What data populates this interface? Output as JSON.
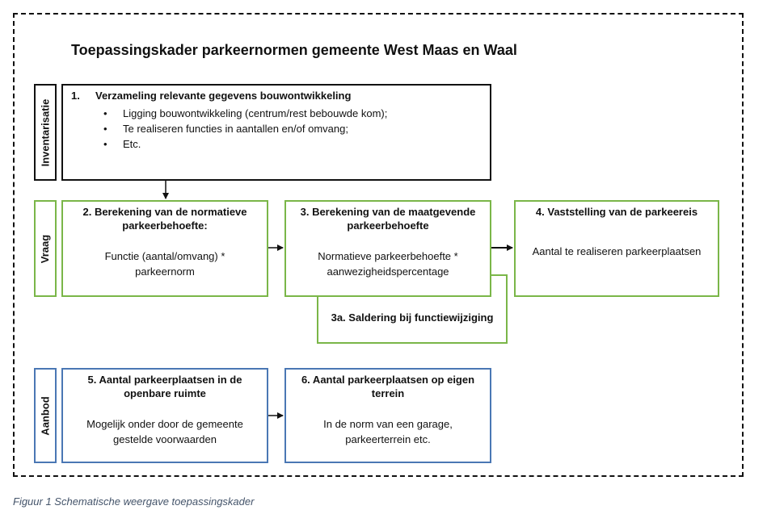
{
  "title": "Toepassingskader parkeernormen gemeente West Maas en Waal",
  "rows": {
    "inventarisatie": "Inventarisatie",
    "vraag": "Vraag",
    "aanbod": "Aanbod"
  },
  "box1": {
    "number": "1.",
    "heading": "Verzameling relevante gegevens bouwontwikkeling",
    "items": [
      "Ligging bouwontwikkeling (centrum/rest bebouwde kom);",
      "Te realiseren functies in aantallen en/of omvang;",
      "Etc."
    ]
  },
  "box2": {
    "heading_line1": "2. Berekening van de normatieve",
    "heading_line2": "parkeerbehoefte:",
    "body_line1": "Functie (aantal/omvang) *",
    "body_line2": "parkeernorm"
  },
  "box3": {
    "heading_line1": "3. Berekening van de maatgevende",
    "heading_line2": "parkeerbehoefte",
    "body_line1": "Normatieve parkeerbehoefte  *",
    "body_line2": "aanwezigheidspercentage"
  },
  "box3a": {
    "heading": "3a. Saldering bij functiewijziging"
  },
  "box4": {
    "heading": "4. Vaststelling van de parkeereis",
    "body": "Aantal te realiseren parkeerplaatsen"
  },
  "box5": {
    "heading_line1": "5. Aantal parkeerplaatsen in de",
    "heading_line2": "openbare ruimte",
    "body_line1": "Mogelijk onder door de gemeente",
    "body_line2": "gestelde voorwaarden"
  },
  "box6": {
    "heading_line1": "6. Aantal parkeerplaatsen op eigen",
    "heading_line2": "terrein",
    "body_line1": "In de norm van een garage,",
    "body_line2": "parkeerterrein etc."
  },
  "caption": "Figuur 1 Schematische weergave toepassingskader",
  "colors": {
    "inventarisatie": "#111111",
    "vraag": "#7ab648",
    "aanbod": "#4a77b4",
    "caption": "#44546a"
  }
}
